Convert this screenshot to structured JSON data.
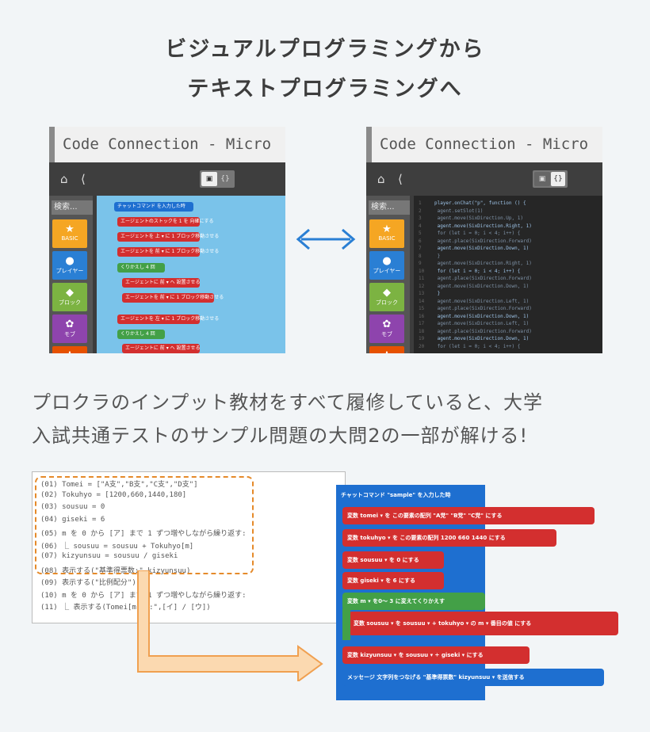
{
  "heading": {
    "line1": "ビジュアルプログラミングから",
    "line2": "テキストプログラミングへ"
  },
  "screenshot_left": {
    "window_title": "Code Connection - Micro",
    "search_label": "検索...",
    "categories": [
      {
        "label": "BASIC",
        "color": "#f5a623"
      },
      {
        "label": "プレイヤー",
        "color": "#2a7fd4"
      },
      {
        "label": "ブロック",
        "color": "#7cb342"
      },
      {
        "label": "モブ",
        "color": "#8e44ad"
      },
      {
        "label": "",
        "color": "#e65100"
      }
    ],
    "blocks": [
      {
        "text": "チャットコマンド  を入力した時",
        "color": "#1e6fd0"
      },
      {
        "text": "エージェントのストックを 1 を 向確にする",
        "color": "#d32f2f"
      },
      {
        "text": "エージェントを 上 ▾ に 1 ブロック移動させる",
        "color": "#d32f2f"
      },
      {
        "text": "エージェントを 前 ▾ に 1 ブロック移動させる",
        "color": "#d32f2f"
      },
      {
        "text": "くりかえし 4 回",
        "color": "#43a047"
      },
      {
        "text": "エージェントに 前 ▾ へ 設置させる",
        "color": "#d32f2f"
      },
      {
        "text": "エージェントを 前 ▾ に 1 ブロック移動させる",
        "color": "#d32f2f"
      },
      {
        "text": "エージェントを 左 ▾ に 1 ブロック移動させる",
        "color": "#d32f2f"
      },
      {
        "text": "くりかえし 4 回",
        "color": "#43a047"
      },
      {
        "text": "エージェントに 前 ▾ へ 設置させる",
        "color": "#d32f2f"
      }
    ]
  },
  "screenshot_right": {
    "window_title": "Code Connection - Micro",
    "search_label": "検索...",
    "code_lines": [
      "player.onChat(\"p\", function () {",
      "    agent.setSlot(1)",
      "    agent.move(SixDirection.Up, 1)",
      "    agent.move(SixDirection.Right, 1)",
      "    for (let i = 0; i < 4; i++) {",
      "        agent.place(SixDirection.Forward)",
      "        agent.move(SixDirection.Down, 1)",
      "    }",
      "    agent.move(SixDirection.Right, 1)",
      "    for (let i = 0; i < 4; i++) {",
      "        agent.place(SixDirection.Forward)",
      "        agent.move(SixDirection.Down, 1)",
      "    }",
      "    agent.move(SixDirection.Left, 1)",
      "    agent.place(SixDirection.Forward)",
      "    agent.move(SixDirection.Down, 1)",
      "    agent.move(SixDirection.Left, 1)",
      "    agent.place(SixDirection.Forward)",
      "    agent.move(SixDirection.Down, 1)",
      "    for (let i = 0; i < 4; i++) {"
    ]
  },
  "description": {
    "line1": "プロクラのインプット教材をすべて履修していると、大学",
    "line2": "入試共通テストのサンプル問題の大問2の一部が解ける!"
  },
  "listing": {
    "lines": [
      "(01) Tomei = [\"A支\",\"B支\",\"C支\",\"D支\"]",
      "(02) Tokuhyo = [1200,660,1440,180]",
      "(03) sousuu = 0",
      "(04) giseki = 6",
      "(05) m を 0 から [ア] まで 1 ずつ増やしながら繰り返す:",
      "(06) ⎿ sousuu = sousuu + Tokuhyo[m]",
      "(07) kizyunsuu = sousuu / giseki",
      "(08) 表示する(\"基準得票数:\",kizyunsuu)",
      "(09) 表示する(\"比例配分\")",
      "(10) m を 0 から [ア] まで 1 ずつ増やしながら繰り返す:",
      "(11) ⎿ 表示する(Tomei[m],\":\",[イ] / [ウ])"
    ]
  },
  "blocks": [
    {
      "text": "チャットコマンド  \"sample\"  を入力した時",
      "color": "#1e6fd0"
    },
    {
      "text": "変数 tomei ▾ を  この要素の配列  \"A党\"  \"B党\"  \"C党\"  にする",
      "color": "#d32f2f"
    },
    {
      "text": "変数 tokuhyo ▾ を  この要素の配列  1200  660  1440  にする",
      "color": "#d32f2f"
    },
    {
      "text": "変数 sousuu ▾ を  0  にする",
      "color": "#d32f2f"
    },
    {
      "text": "変数 giseki ▾ を  6  にする",
      "color": "#d32f2f"
    },
    {
      "text": "変数 m ▾ を0〜 3 に変えてくりかえす",
      "color": "#43a047"
    },
    {
      "text": "変数 sousuu ▾ を  sousuu ▾ + tokuhyo ▾ の m ▾ 番目の値  にする",
      "color": "#d32f2f"
    },
    {
      "text": "変数 kizyunsuu ▾ を  sousuu ▾ ÷ giseki ▾  にする",
      "color": "#d32f2f"
    },
    {
      "text": "メッセージ  文字列をつなげる \"基準得票数\" kizyunsuu ▾  を送信する",
      "color": "#1e6fd0"
    }
  ],
  "colors": {
    "arrow_blue": "#2a7fd4",
    "arrow_orange": "#f0a050",
    "dashed_orange": "#e58a2a"
  }
}
